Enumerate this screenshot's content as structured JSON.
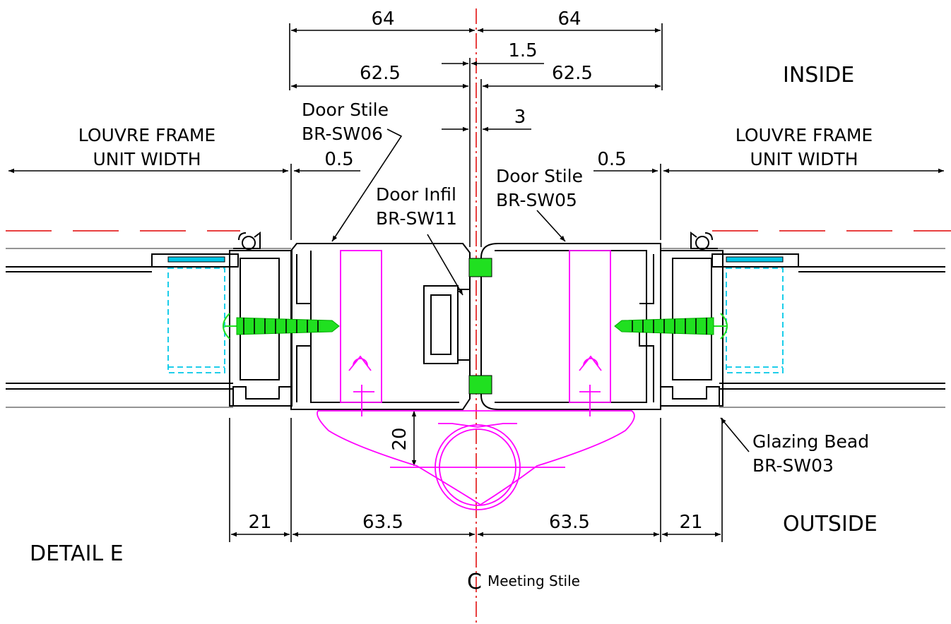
{
  "detail": {
    "title": "DETAIL E",
    "inside": "INSIDE",
    "outside": "OUTSIDE",
    "centerline_label": "Meeting Stile",
    "centerline_symbol": "C"
  },
  "dimensions": {
    "top_left_64": "64",
    "top_right_64": "64",
    "gap_1_5": "1.5",
    "left_62_5": "62.5",
    "right_62_5": "62.5",
    "gap_3": "3",
    "left_0_5": "0.5",
    "right_0_5": "0.5",
    "depth_20": "20",
    "bottom_left_21": "21",
    "bottom_left_63_5": "63.5",
    "bottom_right_63_5": "63.5",
    "bottom_right_21": "21"
  },
  "labels": {
    "louvre_left_1": "LOUVRE FRAME",
    "louvre_left_2": "UNIT WIDTH",
    "louvre_right_1": "LOUVRE FRAME",
    "louvre_right_2": "UNIT WIDTH",
    "stile_sw06_1": "Door Stile",
    "stile_sw06_2": "BR-SW06",
    "infil_sw11_1": "Door Infil",
    "infil_sw11_2": "BR-SW11",
    "stile_sw05_1": "Door Stile",
    "stile_sw05_2": "BR-SW05",
    "bead_sw03_1": "Glazing Bead",
    "bead_sw03_2": "BR-SW03"
  },
  "colors": {
    "line": "#000000",
    "centerline": "#e00000",
    "handle": "#ff00ff",
    "screw": "#20e020",
    "glass": "#00c8e8"
  }
}
